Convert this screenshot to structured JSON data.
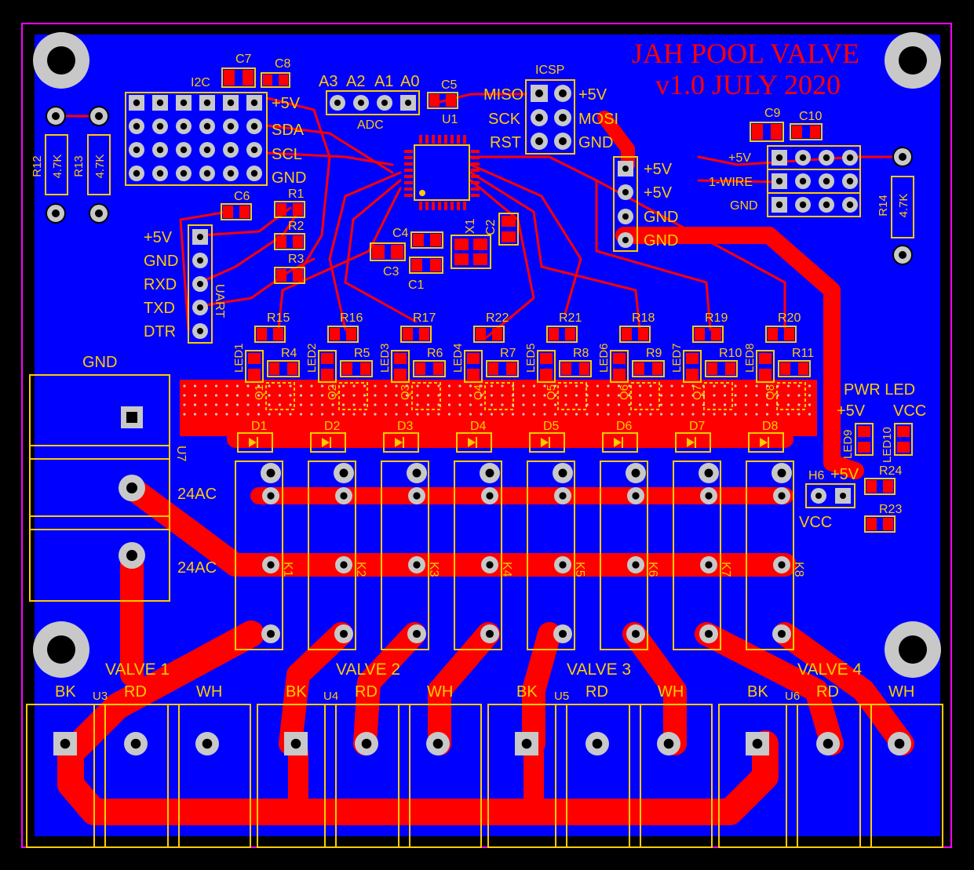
{
  "title": {
    "line1": "JAH POOL VALVE",
    "line2": "v1.0 JULY 2020"
  },
  "colors": {
    "background": "#000000",
    "copper_pour": "#0000ff",
    "trace": "#ff0000",
    "silkscreen": "#ffcc00",
    "outline": "#ff00ff",
    "pad_hole": "#c8c8c8"
  },
  "headers": {
    "i2c": {
      "ref": "I2C",
      "pins": [
        "+5V",
        "SDA",
        "SCL",
        "GND"
      ]
    },
    "adc": {
      "ref": "ADC",
      "pins": [
        "A3",
        "A2",
        "A1",
        "A0"
      ]
    },
    "icsp": {
      "ref": "ICSP",
      "left": [
        "MISO",
        "SCK",
        "RST"
      ],
      "right": [
        "+5V",
        "MOSI",
        "GND"
      ]
    },
    "power": {
      "pins": [
        "+5V",
        "+5V",
        "GND",
        "GND"
      ]
    },
    "onewire": {
      "pins": [
        "+5V",
        "1-WIRE",
        "GND"
      ]
    },
    "uart": {
      "ref": "UART",
      "pins": [
        "+5V",
        "GND",
        "RXD",
        "TXD",
        "DTR"
      ]
    },
    "h6": {
      "ref": "H6",
      "top": "+5V",
      "bottom": "VCC"
    }
  },
  "components": {
    "resistors_pullup": [
      "R12",
      "R13",
      "R14"
    ],
    "pullup_value": "4.7K",
    "caps": [
      "C7",
      "C8",
      "C5",
      "C6",
      "C9",
      "C10",
      "C4",
      "C3",
      "C1",
      "C2"
    ],
    "mcu": "U1",
    "crystal": "X1",
    "series_res": [
      "R1",
      "R2",
      "R3"
    ]
  },
  "channels": [
    {
      "led": "LED1",
      "r_top": "R15",
      "r_side": "R4",
      "q": "Q1",
      "d": "D1",
      "k": "K1"
    },
    {
      "led": "LED2",
      "r_top": "R16",
      "r_side": "R5",
      "q": "Q2",
      "d": "D2",
      "k": "K2"
    },
    {
      "led": "LED3",
      "r_top": "R17",
      "r_side": "R6",
      "q": "Q3",
      "d": "D3",
      "k": "K3"
    },
    {
      "led": "LED4",
      "r_top": "R22",
      "r_side": "R7",
      "q": "Q4",
      "d": "D4",
      "k": "K4"
    },
    {
      "led": "LED5",
      "r_top": "R21",
      "r_side": "R8",
      "q": "Q5",
      "d": "D5",
      "k": "K5"
    },
    {
      "led": "LED6",
      "r_top": "R18",
      "r_side": "R9",
      "q": "Q6",
      "d": "D6",
      "k": "K6"
    },
    {
      "led": "LED7",
      "r_top": "R19",
      "r_side": "R10",
      "q": "Q7",
      "d": "D7",
      "k": "K7"
    },
    {
      "led": "LED8",
      "r_top": "R20",
      "r_side": "R11",
      "q": "Q8",
      "d": "D8",
      "k": "K8"
    }
  ],
  "power_leds": {
    "title": "PWR LED",
    "labels": [
      "+5V",
      "VCC"
    ],
    "refs": [
      "LED9",
      "LED10",
      "R24",
      "R23"
    ]
  },
  "ac_input": {
    "ref": "U7",
    "gnd": "GND",
    "labels": [
      "24AC",
      "24AC"
    ]
  },
  "valves": [
    {
      "name": "VALVE 1",
      "ref": "U3",
      "pins": [
        "BK",
        "RD",
        "WH"
      ]
    },
    {
      "name": "VALVE 2",
      "ref": "U4",
      "pins": [
        "BK",
        "RD",
        "WH"
      ]
    },
    {
      "name": "VALVE 3",
      "ref": "U5",
      "pins": [
        "BK",
        "RD",
        "WH"
      ]
    },
    {
      "name": "VALVE 4",
      "ref": "U6",
      "pins": [
        "BK",
        "RD",
        "WH"
      ]
    }
  ]
}
